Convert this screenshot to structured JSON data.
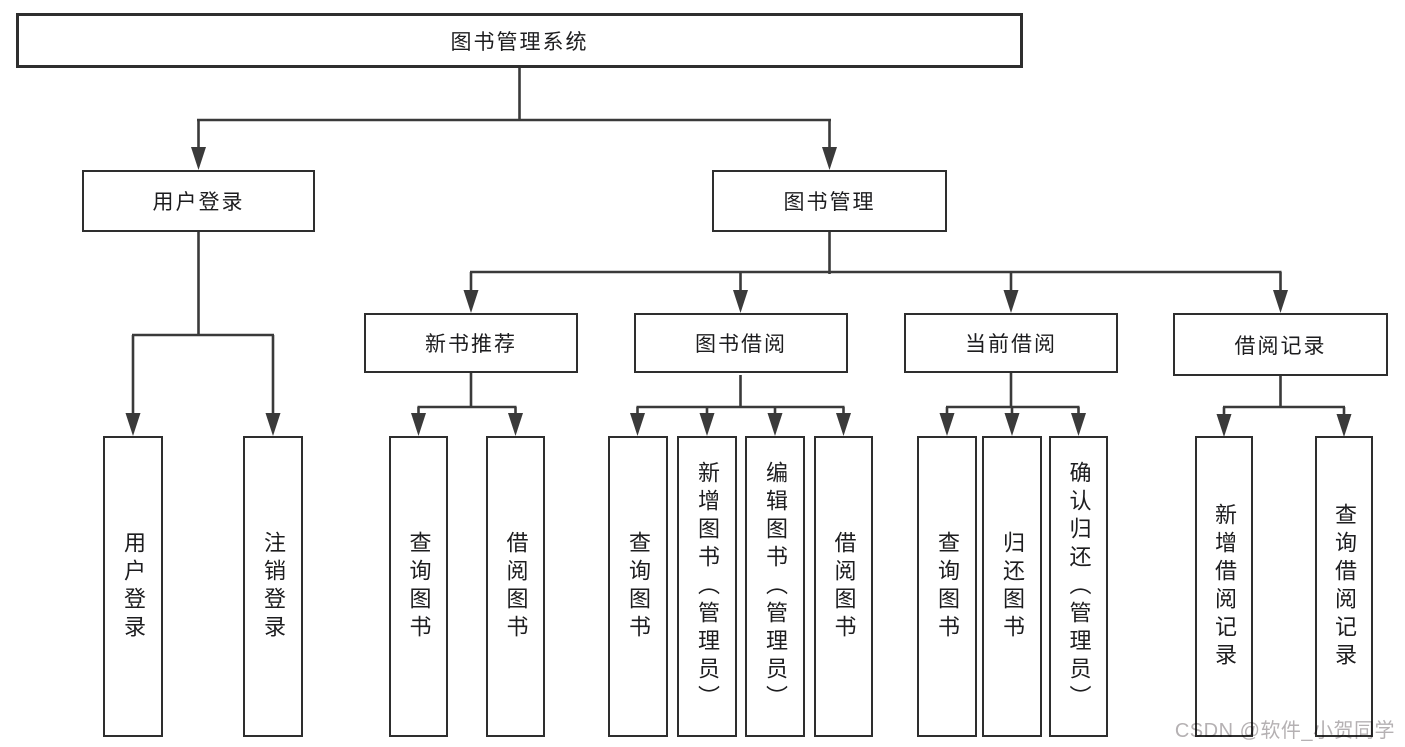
{
  "root": {
    "label": "图书管理系统"
  },
  "branches": {
    "user_login": {
      "label": "用户登录",
      "children": [
        {
          "label": "用户登录"
        },
        {
          "label": "注销登录"
        }
      ]
    },
    "book_management": {
      "label": "图书管理",
      "groups": [
        {
          "label": "新书推荐",
          "children": [
            {
              "label": "查询图书"
            },
            {
              "label": "借阅图书"
            }
          ]
        },
        {
          "label": "图书借阅",
          "children": [
            {
              "label": "查询图书"
            },
            {
              "label": "新增图书（管理员）"
            },
            {
              "label": "编辑图书（管理员）"
            },
            {
              "label": "借阅图书"
            }
          ]
        },
        {
          "label": "当前借阅",
          "children": [
            {
              "label": "查询图书"
            },
            {
              "label": "归还图书"
            },
            {
              "label": "确认归还（管理员）"
            }
          ]
        },
        {
          "label": "借阅记录",
          "children": [
            {
              "label": "新增借阅记录"
            },
            {
              "label": "查询借阅记录"
            }
          ]
        }
      ]
    }
  },
  "watermark": {
    "text": "CSDN @软件_小贺同学"
  },
  "colors": {
    "background": "#ffffff",
    "box_border": "#2e2e2e",
    "connector": "#3a3a3a",
    "text": "#1d1d1f",
    "watermark": "#b5b1b3"
  }
}
